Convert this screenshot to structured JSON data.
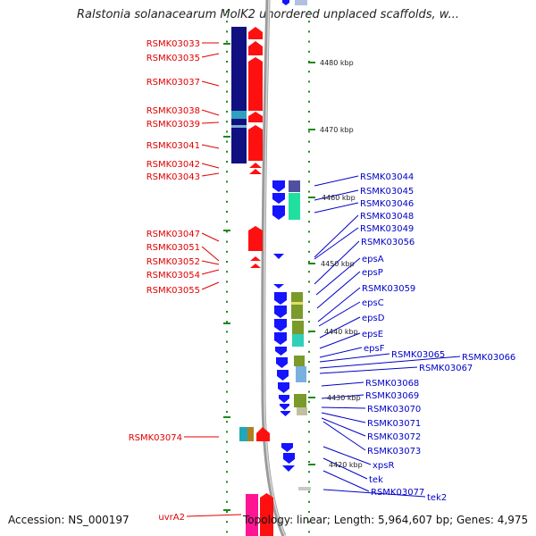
{
  "title": "Ralstonia solanacearum MolK2 unordered unplaced scaffolds, w...",
  "accession": "Accession: NS_000197",
  "topology": "Topology: linear; Length: 5,964,607 bp; Genes: 4,975",
  "colors": {
    "left_label": "#e00000",
    "right_label": "#0000c8",
    "forward_gene": "#ff1010",
    "reverse_gene": "#1414ff",
    "cog_navy": "#101080",
    "cog_olive": "#7a9a2a",
    "cog_teal": "#20c8b0",
    "cog_magenta": "#ff1493",
    "tick": "#1a8a1a",
    "chromosome": "#9a9a9a"
  },
  "kbp_ticks": [
    "4480 kbp",
    "4470 kbp",
    "4460 kbp",
    "4450 kbp",
    "4440 kbp",
    "4430 kbp",
    "4420 kbp"
  ],
  "left_genes": [
    "RSMK03033",
    "RSMK03035",
    "RSMK03037",
    "RSMK03038",
    "RSMK03039",
    "RSMK03041",
    "RSMK03042",
    "RSMK03043",
    "RSMK03047",
    "RSMK03051",
    "RSMK03052",
    "RSMK03054",
    "RSMK03055",
    "RSMK03074",
    "uvrA2"
  ],
  "right_genes": [
    "RSMK03044",
    "RSMK03045",
    "RSMK03046",
    "RSMK03048",
    "RSMK03049",
    "RSMK03056",
    "epsA",
    "epsP",
    "RSMK03059",
    "epsC",
    "epsD",
    "epsE",
    "epsF",
    "RSMK03065",
    "RSMK03066",
    "RSMK03067",
    "RSMK03068",
    "RSMK03069",
    "RSMK03070",
    "RSMK03071",
    "RSMK03072",
    "RSMK03073",
    "xpsR",
    "tek",
    "RSMK03077",
    "tek2"
  ]
}
